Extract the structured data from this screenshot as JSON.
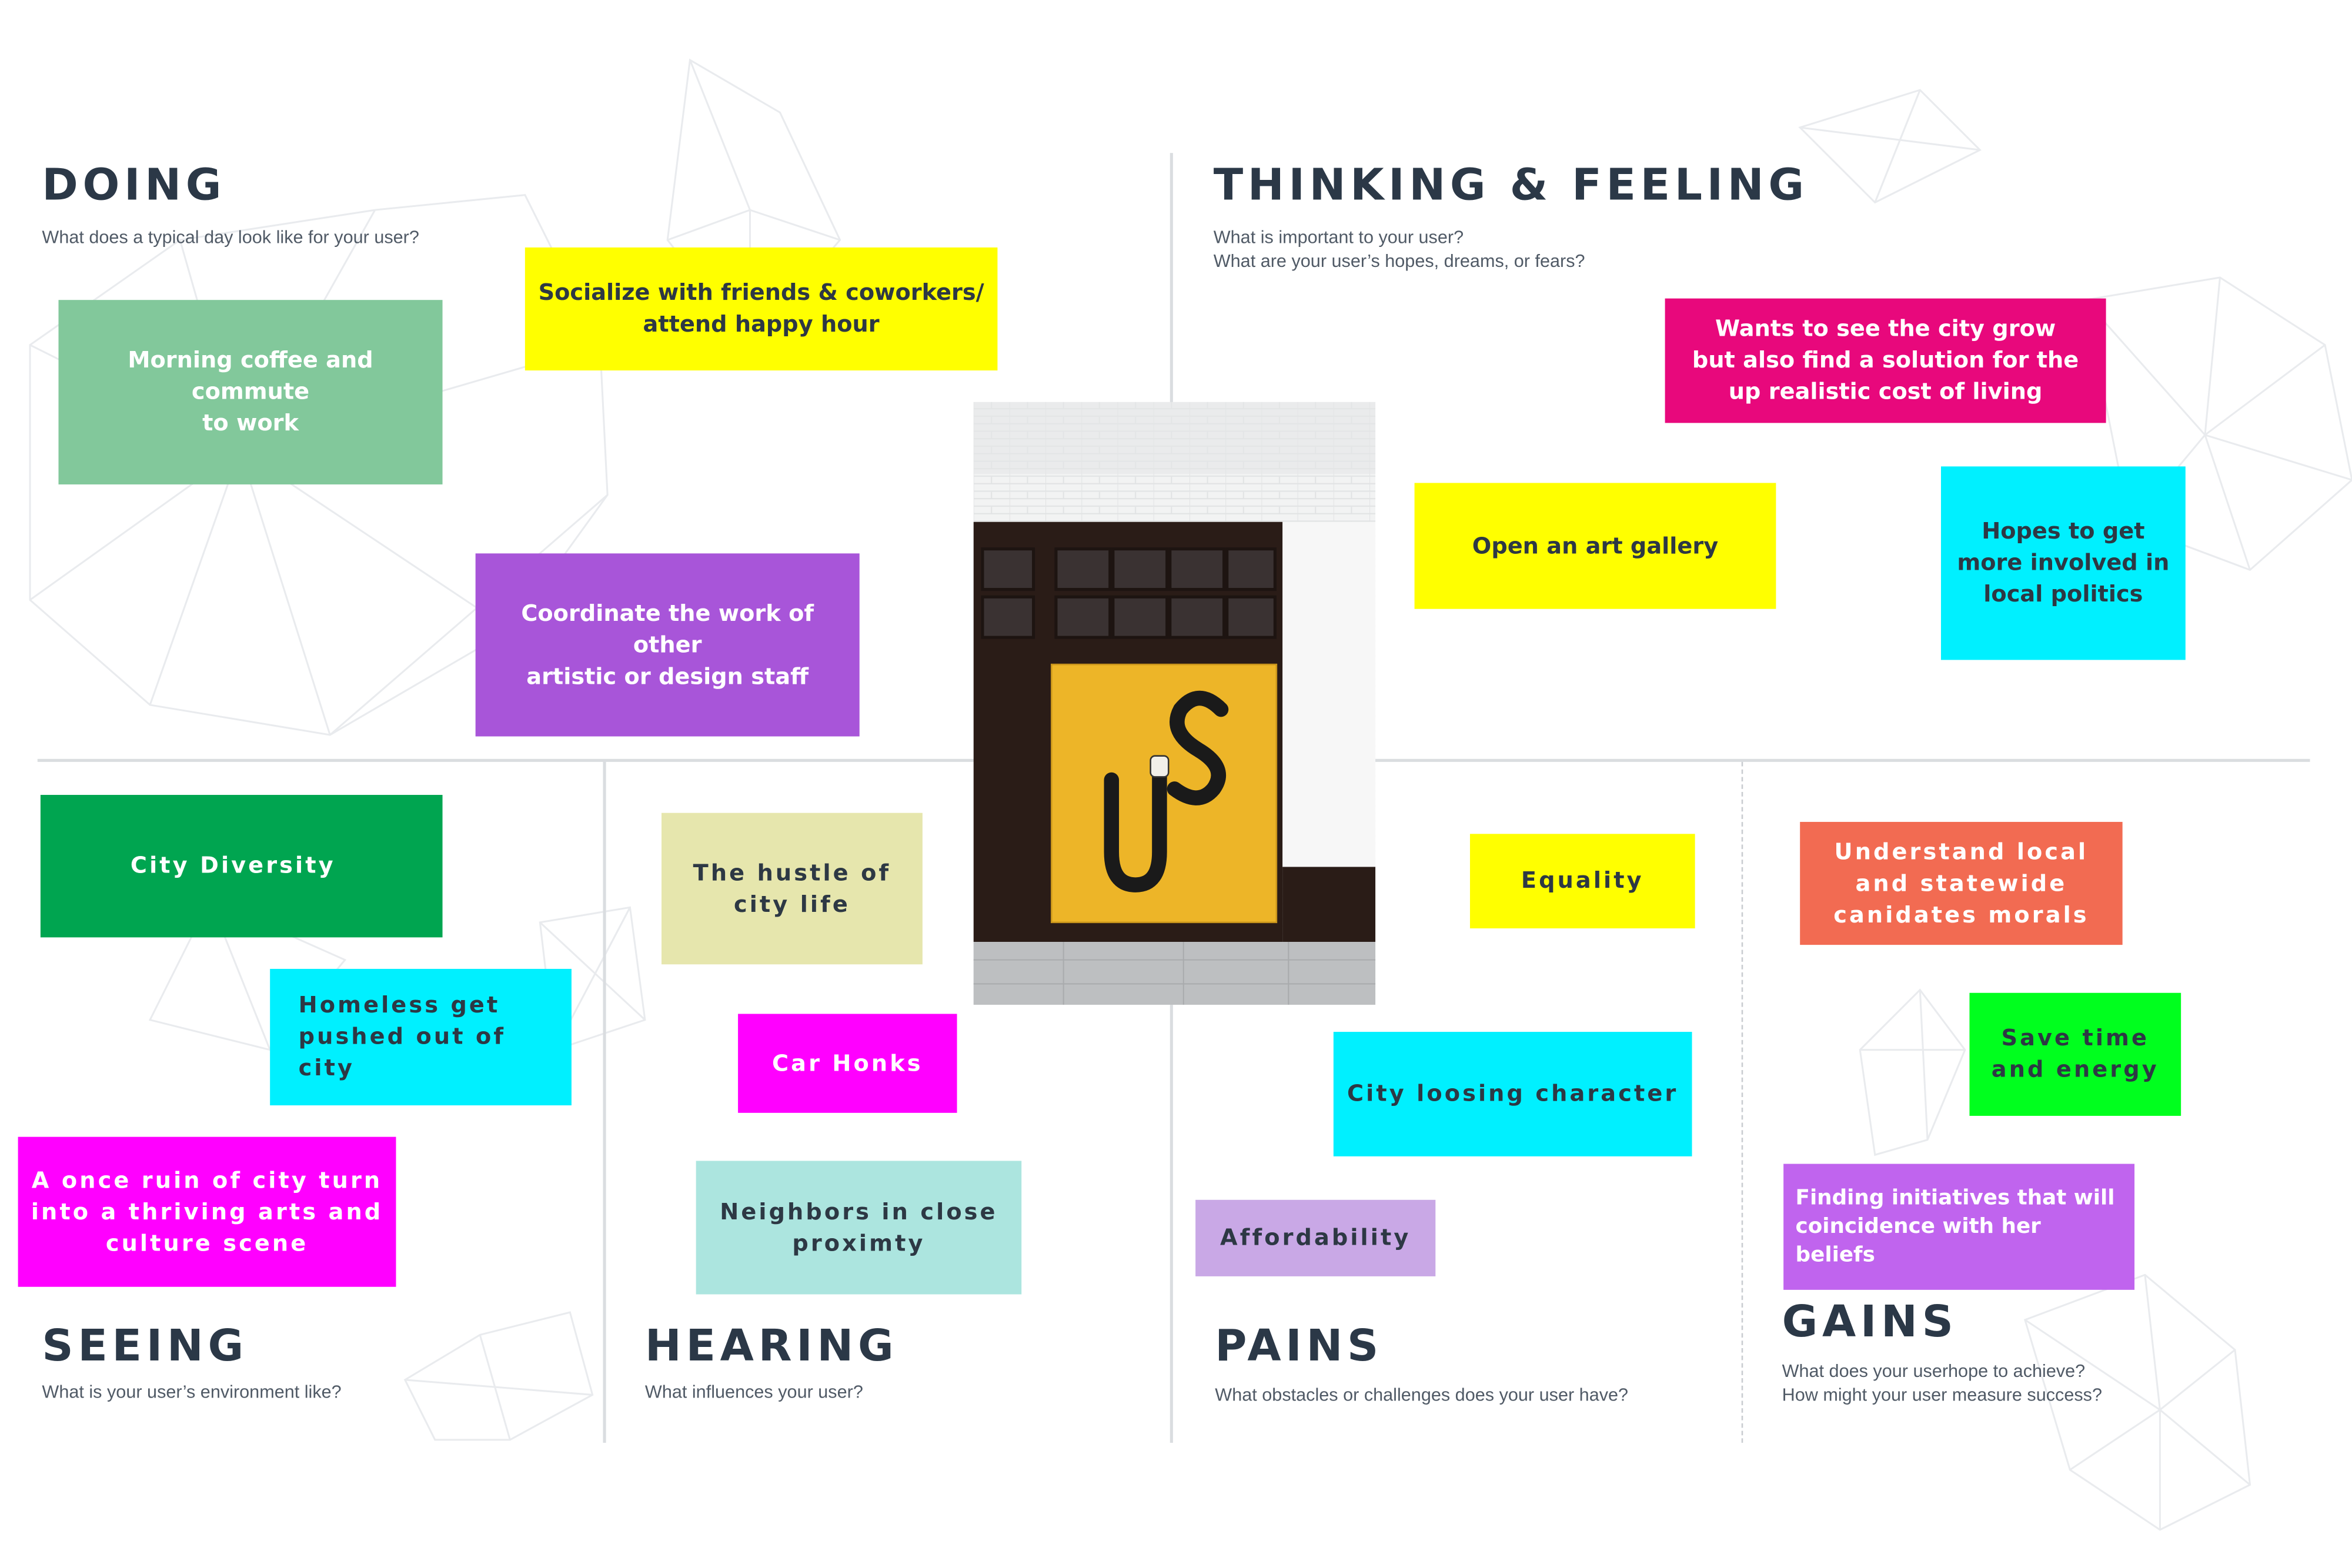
{
  "quadrants": {
    "doing": {
      "title": "DOING",
      "subtitle": [
        "What does a typical day look like for your user?"
      ]
    },
    "thinking_feeling": {
      "title": "THINKING & FEELING",
      "subtitle": [
        "What is important to your user?",
        "What are your user’s hopes, dreams, or fears?"
      ]
    },
    "seeing": {
      "title": "SEEING",
      "subtitle": [
        "What is your user’s environment like?"
      ]
    },
    "hearing": {
      "title": "HEARING",
      "subtitle": [
        "What influences your user?"
      ]
    },
    "pains": {
      "title": "PAINS",
      "subtitle": [
        "What obstacles or challenges does your user have?"
      ]
    },
    "gains": {
      "title": "GAINS",
      "subtitle": [
        "What does your userhope to achieve?",
        "How might your user measure success?"
      ]
    }
  },
  "notes": {
    "doing": [
      {
        "text": "Morning coffee and commute\nto work",
        "color": "#82c89b"
      },
      {
        "text": "Socialize with friends & coworkers/\nattend happy hour",
        "color": "#ffff00"
      },
      {
        "text": "Coordinate the work of other\nartistic or design staff",
        "color": "#a855d9"
      }
    ],
    "thinking_feeling": [
      {
        "text": "Wants to see the city grow\nbut also find a solution for the\nup realistic cost of living",
        "color": "#e8087c"
      },
      {
        "text": "Open an art gallery",
        "color": "#ffff00"
      },
      {
        "text": "Hopes to get\nmore involved in\nlocal politics",
        "color": "#00f0ff"
      }
    ],
    "seeing": [
      {
        "text": "City Diversity",
        "color": "#00a550"
      },
      {
        "text": "Homeless get\npushed out of city",
        "color": "#00f0ff"
      },
      {
        "text": "A once ruin of city turn\ninto a thriving arts and\nculture scene",
        "color": "#ff00ff"
      }
    ],
    "hearing": [
      {
        "text": "The hustle of\ncity life",
        "color": "#e6e6ad"
      },
      {
        "text": "Car Honks",
        "color": "#ff00ff"
      },
      {
        "text": "Neighbors in close\nproximty",
        "color": "#ace5df"
      }
    ],
    "pains": [
      {
        "text": "Equality",
        "color": "#ffff00"
      },
      {
        "text": "City loosing character",
        "color": "#00f0ff"
      },
      {
        "text": "Affordability",
        "color": "#c9a8e6"
      }
    ],
    "gains": [
      {
        "text": "Understand local\nand statewide\ncanidates morals",
        "color": "#f26b52"
      },
      {
        "text": "Save time\nand energy",
        "color": "#00ff1e"
      },
      {
        "text": "Finding initiatives that will\ncoincidence with her\nbeliefs",
        "color": "#c064ee"
      }
    ]
  },
  "center_image": {
    "description_icon": "door-us-photo"
  }
}
